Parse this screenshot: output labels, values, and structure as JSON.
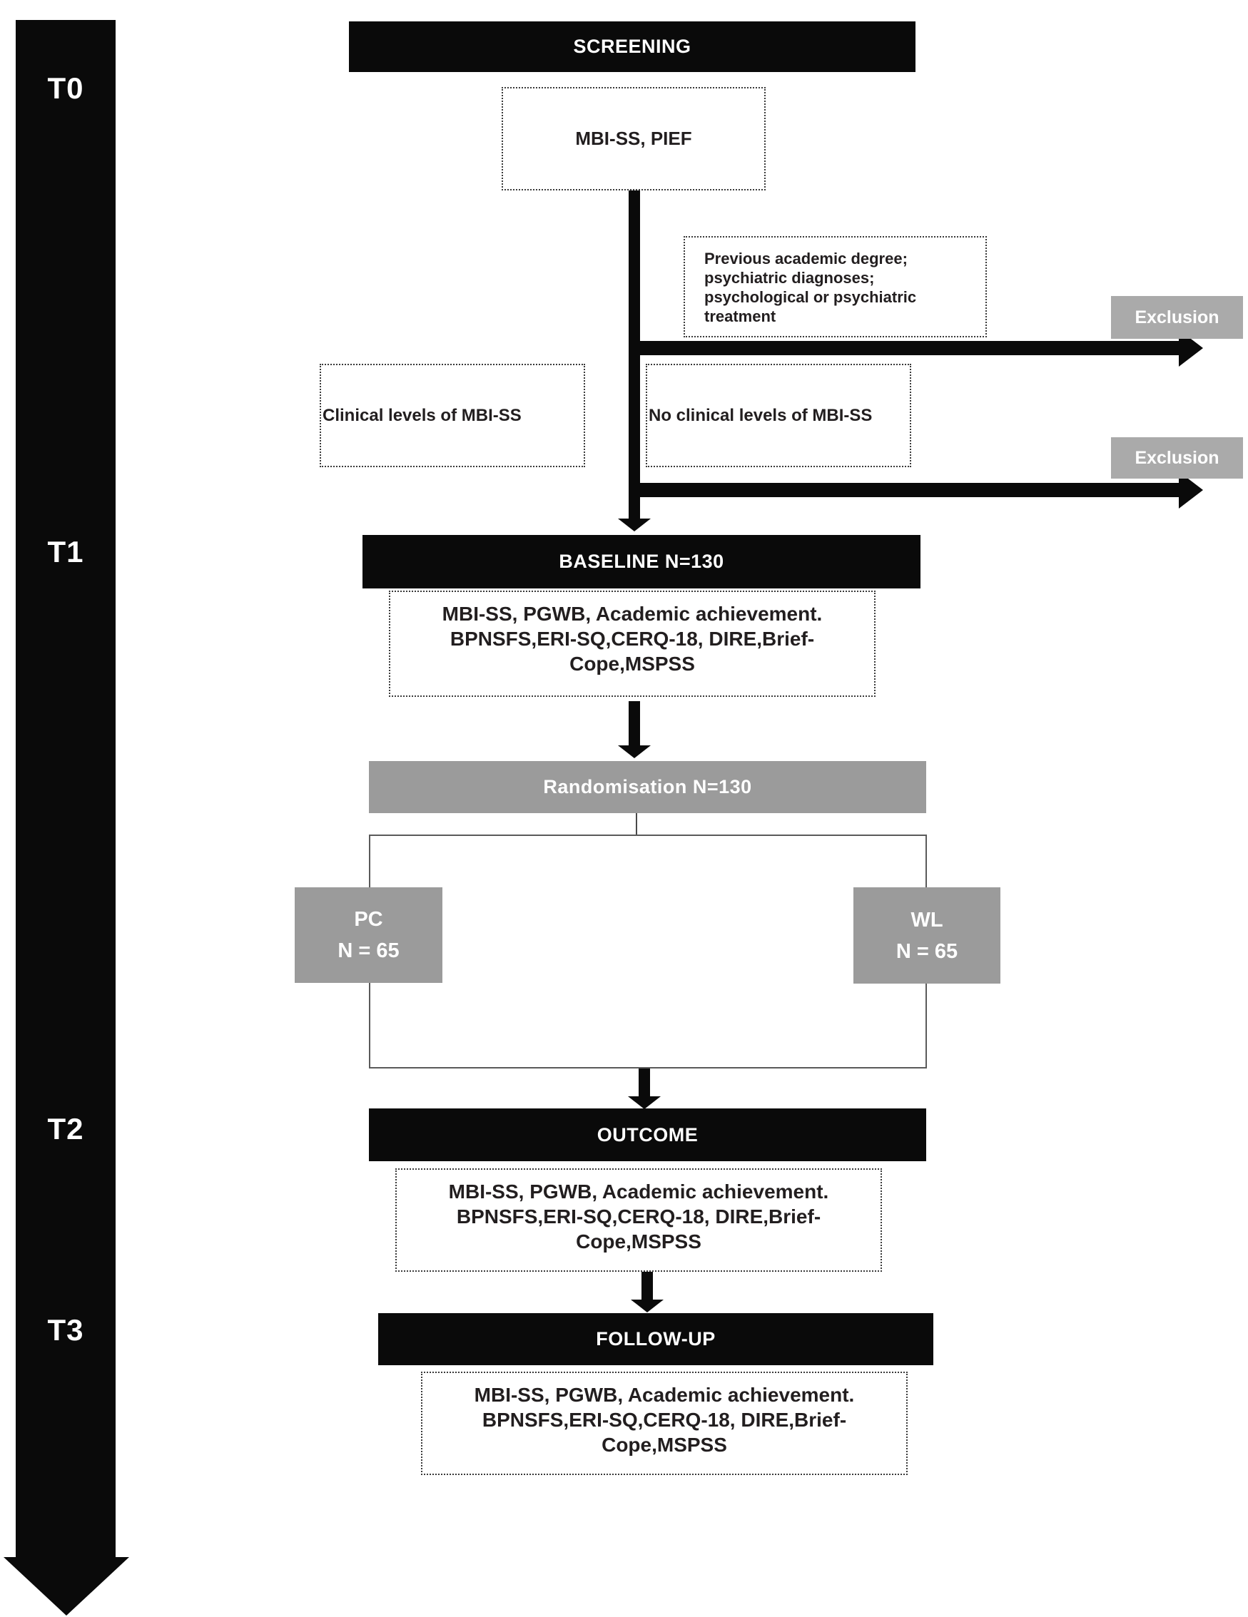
{
  "timeline": {
    "labels": [
      {
        "label": "T0"
      },
      {
        "label": "T1"
      },
      {
        "label": "T2"
      },
      {
        "label": "T3"
      }
    ]
  },
  "banners": {
    "screening": "SCREENING",
    "baseline": "BASELINE N=130",
    "randomisation": "Randomisation N=130",
    "outcome": "OUTCOME",
    "followup": "FOLLOW-UP"
  },
  "boxes": {
    "screening_measures": "MBI-SS, PIEF",
    "exclusion_criteria": "Previous academic degree; psychiatric diagnoses; psychological or psychiatric treatment",
    "clinical": "Clinical levels of MBI-SS",
    "no_clinical": "No clinical levels of MBI-SS",
    "exclusion_1": "Exclusion",
    "exclusion_2": "Exclusion",
    "baseline_measures": {
      "lines": [
        "MBI-SS, PGWB, Academic achievement.",
        "BPNSFS,ERI-SQ,CERQ-18, DIRE,Brief-",
        "Cope,MSPSS"
      ]
    },
    "outcome_measures": {
      "lines": [
        "MBI-SS, PGWB, Academic achievement.",
        "BPNSFS,ERI-SQ,CERQ-18, DIRE,Brief-",
        "Cope,MSPSS"
      ]
    },
    "followup_measures": {
      "lines": [
        "MBI-SS, PGWB, Academic achievement.",
        "BPNSFS,ERI-SQ,CERQ-18, DIRE,Brief-",
        "Cope,MSPSS"
      ]
    },
    "pc_group": {
      "lines": [
        "PC",
        "N = 65"
      ]
    },
    "wl_group": {
      "lines": [
        "WL",
        "N = 65"
      ]
    }
  },
  "colors": {
    "black": "#0a0a0a",
    "gray_banner": "#9b9b9b",
    "gray_exclusion": "#aaaaaa",
    "text_dark": "#221e1f",
    "white": "#ffffff"
  }
}
